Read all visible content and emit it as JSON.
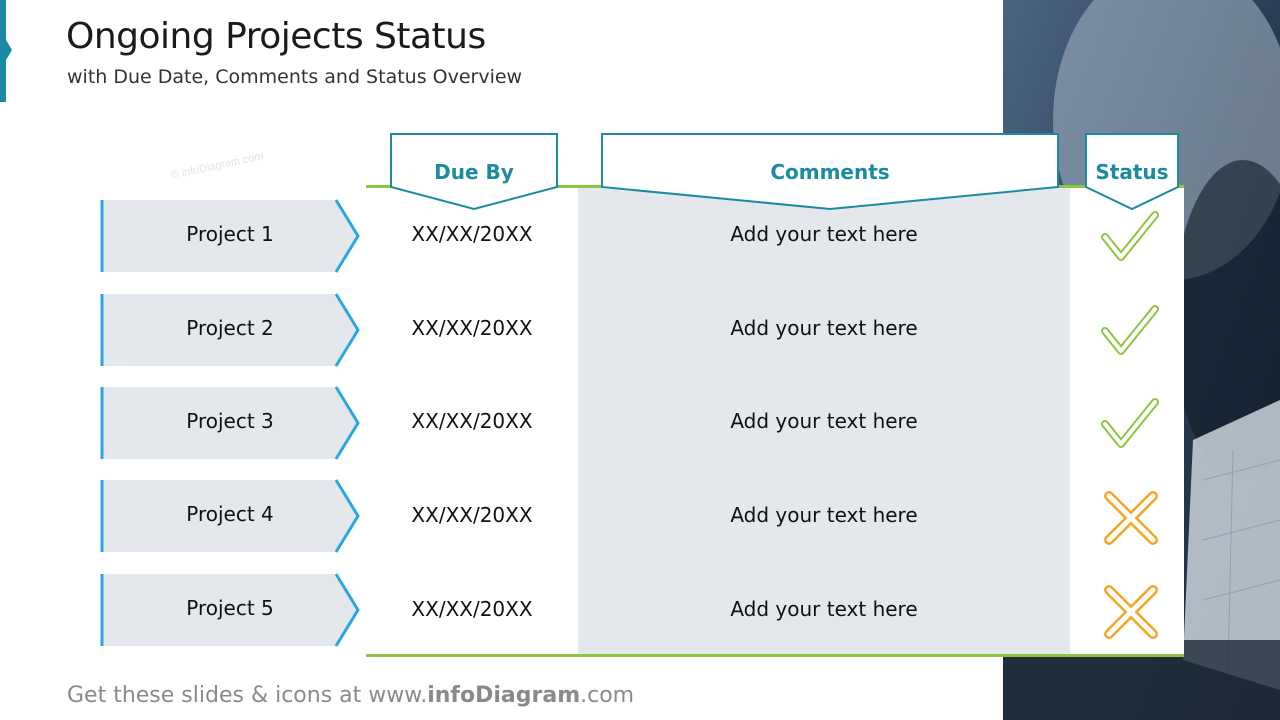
{
  "header": {
    "title": "Ongoing Projects Status",
    "subtitle": "with Due Date, Comments and Status Overview"
  },
  "table": {
    "columns": [
      "Due By",
      "Comments",
      "Status"
    ],
    "rows": [
      {
        "project": "Project 1",
        "due": "XX/XX/20XX",
        "comment": "Add your text here",
        "status": "done"
      },
      {
        "project": "Project 2",
        "due": "XX/XX/20XX",
        "comment": "Add your text here",
        "status": "done"
      },
      {
        "project": "Project 3",
        "due": "XX/XX/20XX",
        "comment": "Add your text here",
        "status": "done"
      },
      {
        "project": "Project 4",
        "due": "XX/XX/20XX",
        "comment": "Add your text here",
        "status": "not-done"
      },
      {
        "project": "Project 5",
        "due": "XX/XX/20XX",
        "comment": "Add your text here",
        "status": "not-done"
      }
    ]
  },
  "footer": {
    "prefix": "Get these slides & icons at www.",
    "brand": "infoDiagram",
    "suffix": ".com"
  },
  "watermark": {
    "text": "© infoDiagram.com"
  },
  "colors": {
    "accent": "#1b8aa3",
    "project_arrow": "#29a8e0",
    "row_bg": "#e4e7eb",
    "rule_green": "#8cc63f",
    "check_green": "#8cc63f",
    "cross_orange": "#f5a623"
  },
  "icons": {
    "done": "check-icon",
    "not-done": "cross-icon"
  }
}
